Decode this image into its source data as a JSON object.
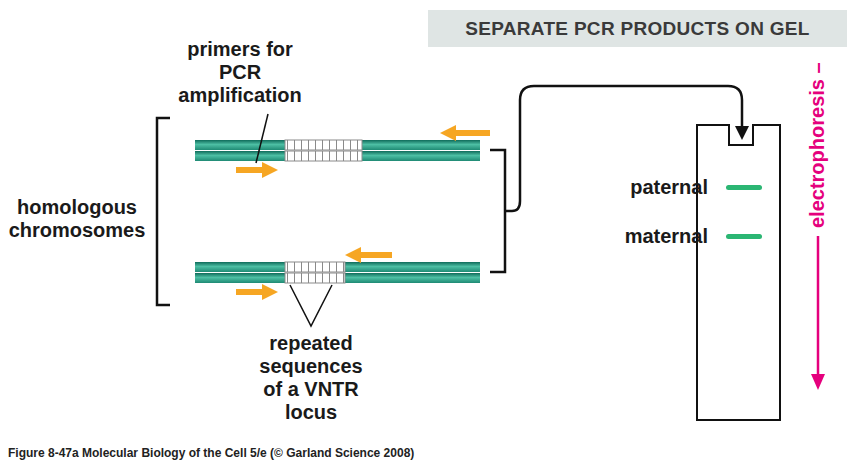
{
  "diagram": {
    "caption": "Figure 8-47a Molecular Biology of the Cell 5/e (© Garland Science 2008)",
    "nodes": [
      {
        "text": [
          "SEPARATE PCR PRODUCTS ON GEL"
        ]
      }
    ],
    "labels": [
      "primers for PCR amplification",
      "homologous chromosomes",
      "repeated sequences of a VNTR locus",
      "paternal",
      "maternal",
      "electrophoresis –"
    ]
  }
}
